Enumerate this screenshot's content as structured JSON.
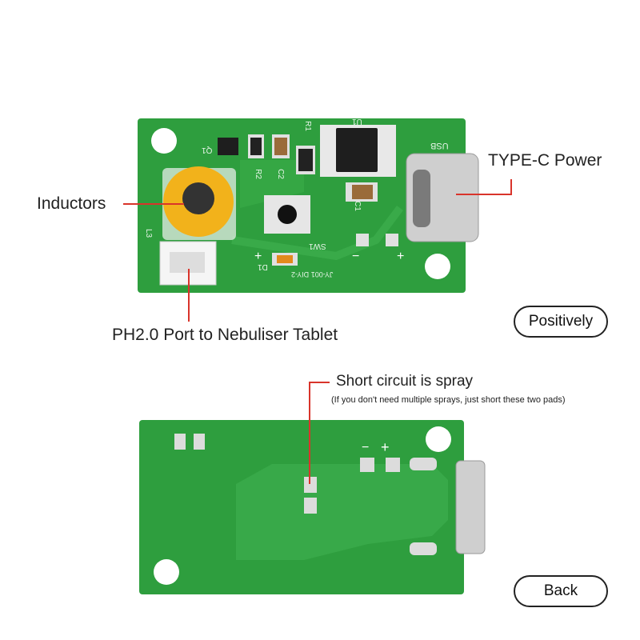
{
  "front_callouts": {
    "inductors": "Inductors",
    "type_c_power": "TYPE-C Power",
    "ph_port": "PH2.0 Port to Nebuliser Tablet"
  },
  "back_callouts": {
    "short_circuit": "Short circuit is spray",
    "short_circuit_note": "(If you don't need multiple sprays, just short these two pads)"
  },
  "view_badges": {
    "front": "Positively",
    "back": "Back"
  },
  "board_silkscreen": {
    "usb": "USB",
    "u1": "U1",
    "r1": "R1",
    "q1": "Q1",
    "c1": "C1",
    "r2": "R2",
    "c2": "C2",
    "l3": "L3",
    "sw1": "SW1",
    "d1": "D1",
    "model": "JY-001 DIY-2",
    "plus": "+",
    "minus": "−"
  },
  "colors": {
    "pcb_green": "#2e9e3e",
    "pcb_dark": "#237f31",
    "leader_red": "#d9342b",
    "inductor_yellow": "#f2b21b"
  }
}
